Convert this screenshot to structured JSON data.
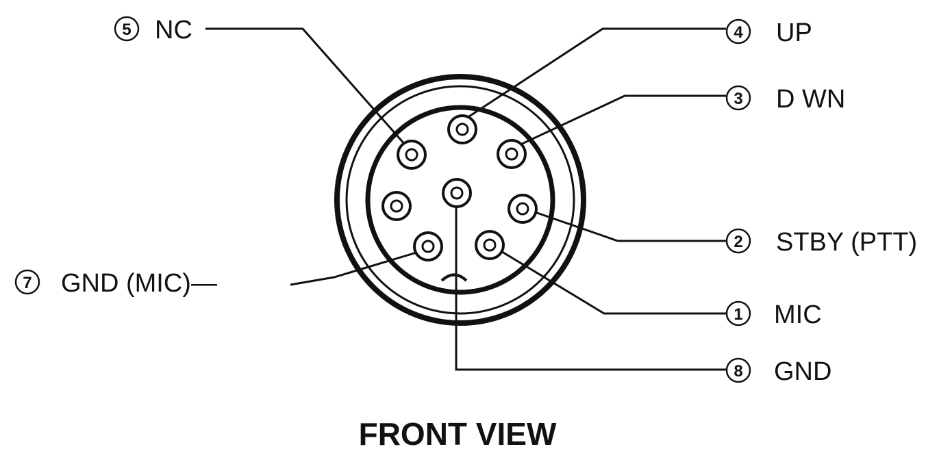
{
  "diagram": {
    "title": "FRONT VIEW",
    "pins": [
      {
        "number": "1",
        "label": "MIC"
      },
      {
        "number": "2",
        "label": "STBY (PTT)"
      },
      {
        "number": "3",
        "label": "D WN"
      },
      {
        "number": "4",
        "label": "UP"
      },
      {
        "number": "5",
        "label": "NC"
      },
      {
        "number": "7",
        "label": "GND (MIC)—"
      },
      {
        "number": "8",
        "label": "GND"
      }
    ]
  }
}
